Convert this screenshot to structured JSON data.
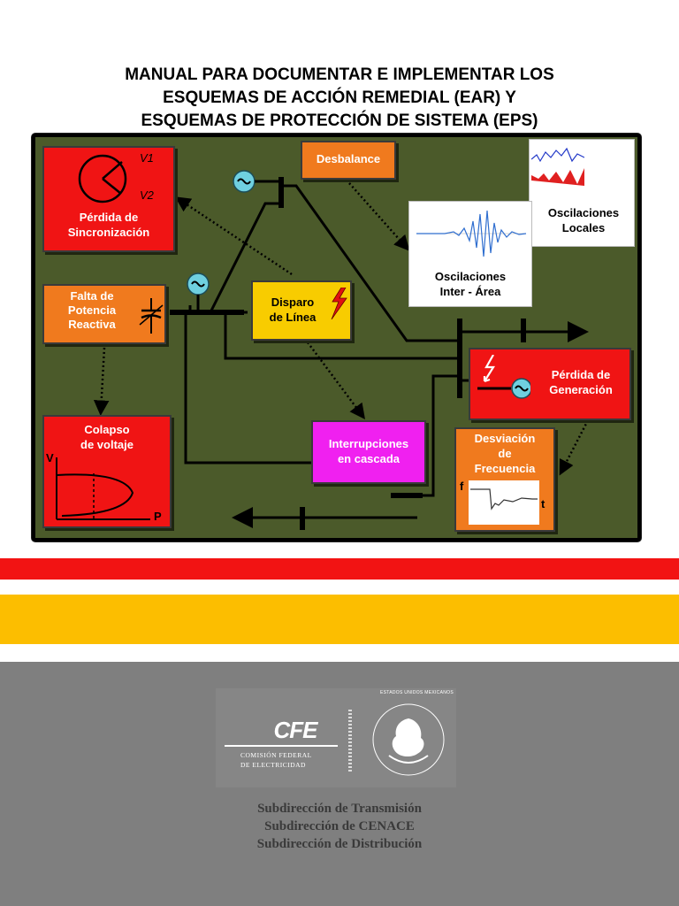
{
  "title": {
    "line1": "MANUAL PARA DOCUMENTAR E IMPLEMENTAR LOS",
    "line2": "ESQUEMAS DE ACCIÓN REMEDIAL (EAR) Y",
    "line3": "ESQUEMAS DE PROTECCIÓN DE SISTEMA (EPS)"
  },
  "diagram": {
    "perdida_sync": {
      "line1": "Pérdida de",
      "line2": "Sincronización",
      "v1": "V1",
      "v2": "V2"
    },
    "desbalance": "Desbalance",
    "osc_locales": {
      "line1": "Oscilaciones",
      "line2": "Locales"
    },
    "osc_inter": {
      "line1": "Oscilaciones",
      "line2": "Inter - Área"
    },
    "falta_potencia": {
      "line1": "Falta de",
      "line2": "Potencia",
      "line3": "Reactiva"
    },
    "disparo": {
      "line1": "Disparo",
      "line2": "de Línea"
    },
    "perdida_gen": {
      "line1": "Pérdida de",
      "line2": "Generación"
    },
    "colapso": {
      "line1": "Colapso",
      "line2": "de voltaje",
      "axis_v": "V",
      "axis_p": "P"
    },
    "interrupciones": {
      "line1": "Interrupciones",
      "line2": "en cascada"
    },
    "desviacion": {
      "line1": "Desviación",
      "line2": "de",
      "line3": "Frecuencia",
      "axis_f": "f",
      "axis_t": "t"
    }
  },
  "colors": {
    "panel": "#4b5a2a",
    "red": "#f01414",
    "orange": "#f07a1e",
    "yellow": "#f8cc00",
    "magenta": "#f020f0",
    "band_red": "#f21313",
    "band_yellow": "#fcbe00",
    "footer": "#7f7f7f"
  },
  "logos": {
    "cfe": "CFE",
    "cfe_line1": "COMISIÓN FEDERAL",
    "cfe_line2": "DE ELECTRICIDAD",
    "seal_text": "ESTADOS UNIDOS MEXICANOS"
  },
  "footer": {
    "line1": "Subdirección de Transmisión",
    "line2": "Subdirección de CENACE",
    "line3": "Subdirección de Distribución"
  }
}
